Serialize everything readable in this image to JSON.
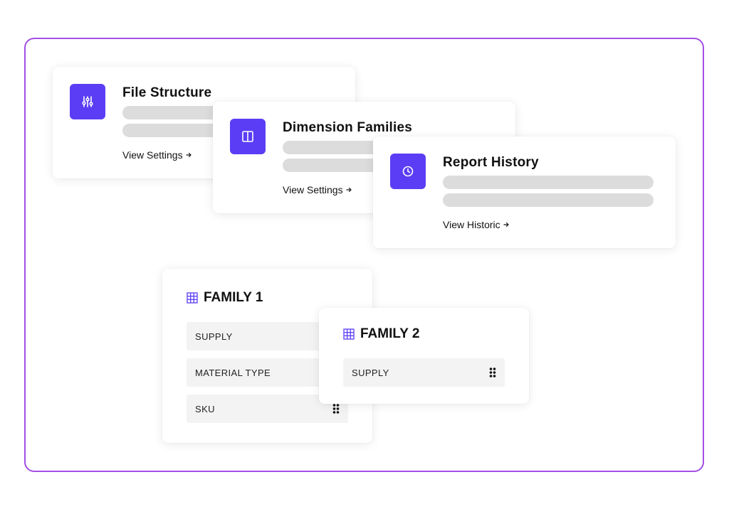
{
  "cards": [
    {
      "title": "File Structure",
      "link": "View Settings",
      "icon": "sliders-icon"
    },
    {
      "title": "Dimension Families",
      "link": "View Settings",
      "icon": "columns-icon"
    },
    {
      "title": "Report History",
      "link": "View Historic",
      "icon": "clock-icon"
    }
  ],
  "families": [
    {
      "title": "FAMILY 1",
      "icon": "grid-icon",
      "rows": [
        "SUPPLY",
        "MATERIAL TYPE",
        "SKU"
      ]
    },
    {
      "title": "FAMILY 2",
      "icon": "grid-icon",
      "rows": [
        "SUPPLY"
      ]
    }
  ],
  "colors": {
    "accent": "#5b3df5",
    "frame_border": "#a44fe6",
    "skeleton": "#dcdcdc",
    "row_bg": "#f3f3f3"
  }
}
